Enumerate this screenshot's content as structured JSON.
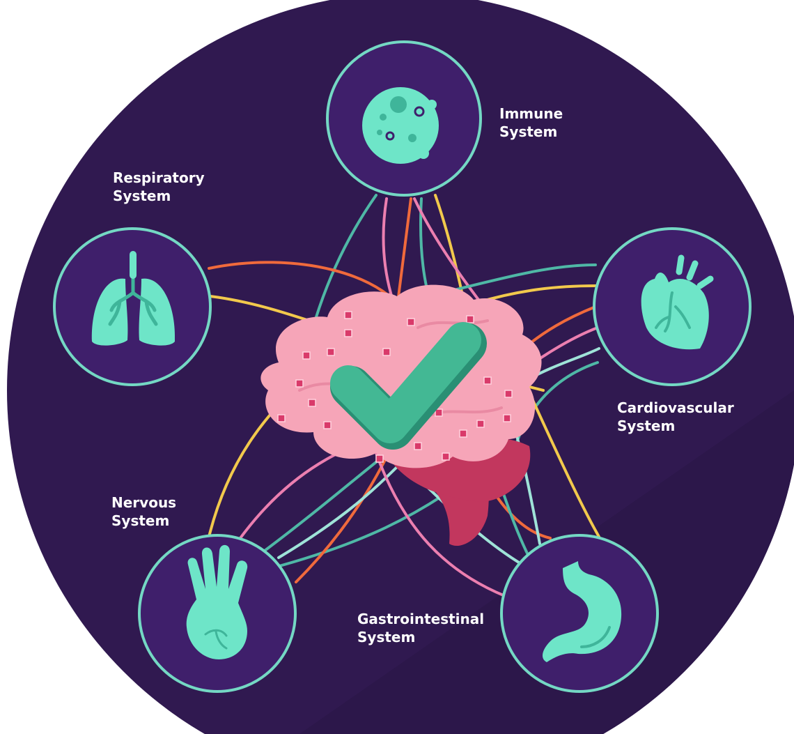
{
  "colors": {
    "background_circle": "#301950",
    "node_fill": "#3f1f6b",
    "node_ring": "#74d8c4",
    "icon": "#6ee5c8",
    "brain": "#f6a5b8",
    "cerebellum": "#c2375e",
    "checkmark": "#43b894",
    "label_text": "#ffffff",
    "link_colors": [
      "#f2c94c",
      "#f06a3c",
      "#ec7fb0",
      "#4fb8a6",
      "#9fe3d8"
    ]
  },
  "nodes": [
    {
      "id": "immune",
      "icon": "virus-cell-icon",
      "label_lines": [
        "Immune",
        "System"
      ]
    },
    {
      "id": "respiratory",
      "icon": "lungs-icon",
      "label_lines": [
        "Respiratory",
        "System"
      ]
    },
    {
      "id": "cardiovascular",
      "icon": "heart-icon",
      "label_lines": [
        "Cardiovascular",
        "System"
      ]
    },
    {
      "id": "nervous",
      "icon": "hand-icon",
      "label_lines": [
        "Nervous",
        "System"
      ]
    },
    {
      "id": "gastrointestinal",
      "icon": "stomach-icon",
      "label_lines": [
        "Gastrointestinal",
        "System"
      ]
    }
  ],
  "center": {
    "icon": "brain-icon",
    "badge": "checkmark-icon"
  }
}
